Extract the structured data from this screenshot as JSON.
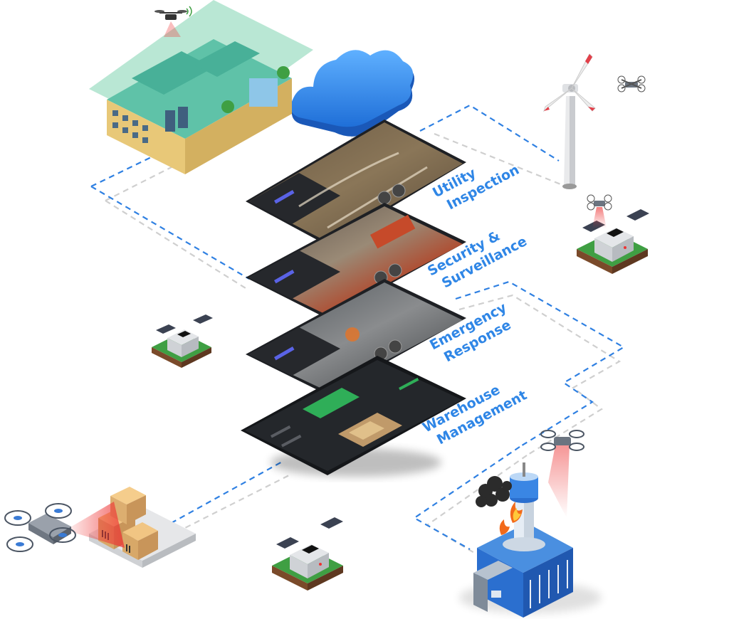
{
  "colors": {
    "accent_blue": "#2f86e6",
    "dash_blue": "#2f7fe0",
    "dash_gray": "#c9c9c9",
    "ground_green": "#3f9f43",
    "dirt": "#7a4a2a",
    "screen_dark": "#222428",
    "cloud_blue": "#2d86ec"
  },
  "layers": [
    {
      "line1": "Utility",
      "line2": "Inspection",
      "icon": "map-screen"
    },
    {
      "line1": "Security &",
      "line2": "Surveillance",
      "icon": "map-screen"
    },
    {
      "line1": "Emergency",
      "line2": "Response",
      "icon": "map-screen"
    },
    {
      "line1": "Warehouse",
      "line2": "Management",
      "icon": "dashboard-screen"
    }
  ],
  "icons": [
    "cloud-icon",
    "factory-icon",
    "wind-turbine-icon",
    "drone-icon",
    "drone-dock-icon",
    "boxes-icon",
    "control-tower-icon",
    "fire-icon"
  ]
}
